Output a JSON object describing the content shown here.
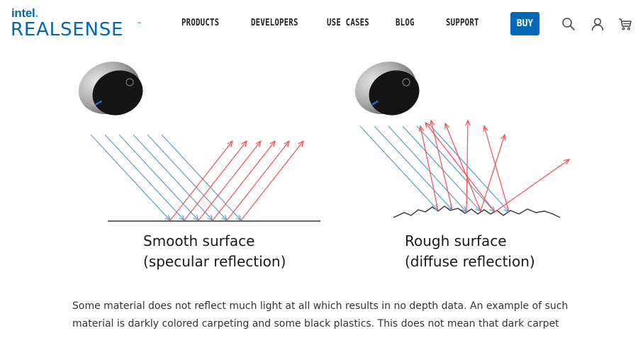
{
  "brand": {
    "company": "intel",
    "product": "REALSENSE",
    "trademark": "™",
    "accent": "#0068b5",
    "dot_accent": "#00c7fd"
  },
  "nav": {
    "items": [
      "PRODUCTS",
      "DEVELOPERS",
      "USE CASES",
      "BLOG",
      "SUPPORT"
    ],
    "buy_label": "BUY"
  },
  "header_icons": [
    "search-icon",
    "user-icon",
    "cart-icon"
  ],
  "figure": {
    "left": {
      "caption_line1": "Smooth surface",
      "caption_line2": "(specular reflection)"
    },
    "right": {
      "caption_line1": "Rough surface",
      "caption_line2": "(diffuse reflection)"
    },
    "incident_color": "#5b9bd5",
    "reflected_color": "#ff4b4b",
    "surface_color": "#333333"
  },
  "content": {
    "paragraph_line1": "Some material does not reflect much light at all which results in no depth data. An example of such",
    "paragraph_line2": "material is darkly colored carpeting and some black plastics. This does not mean that dark carpet"
  }
}
